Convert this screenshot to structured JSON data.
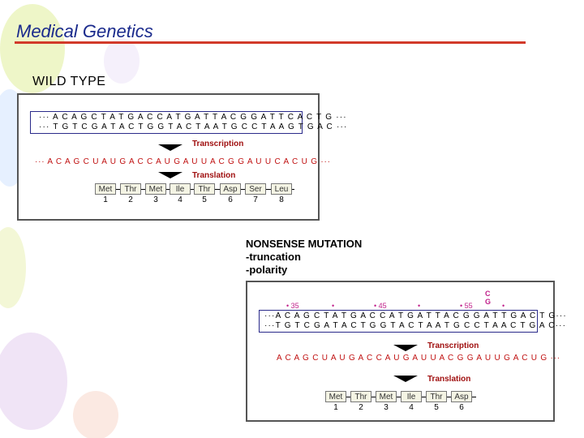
{
  "slide": {
    "title": "Medical Genetics"
  },
  "wild": {
    "heading": "WILD TYPE",
    "dna_top": "··· A C A  G C T  A T G  A C C  A T G  A T T   A C G  G A T  T C A  C T G ···",
    "dna_bottom": "··· T G T  C G A  T A C  T G G  T A C  T A A   T G C  C T A  A G T  G A C ···",
    "transcription": "Transcription",
    "rna": "··· A C A   G C U   A U G  A C C  A U G  A U U   A C G  G A U   U C A   C U G ···",
    "translation": "Translation",
    "amino_acids": [
      "Met",
      "Thr",
      "Met",
      "Ile",
      "Thr",
      "Asp",
      "Ser",
      "Leu"
    ],
    "numbers": [
      "1",
      "2",
      "3",
      "4",
      "5",
      "6",
      "7",
      "8"
    ]
  },
  "mutant": {
    "heading": "NONSENSE MUTATION",
    "line2": "-truncation",
    "line3": "-polarity",
    "marks": [
      "• 35",
      "•",
      "• 45",
      "•",
      "• 55",
      "•"
    ],
    "sub_top": "C",
    "sub_bottom": "G",
    "dna_top": "···A C A G C T A T G A C C A T G A T T A C G G A T T G A C T G···",
    "dna_bottom": "···T G T C G A T A C T G G T A C T A A T G C C T A A C T G A C···",
    "transcription": "Transcription",
    "rna": "A C A  G C U  A U G  A C C  A U G  A U U   A C G  G A U  U G A  C U G ···",
    "translation": "Translation",
    "amino_acids": [
      "Met",
      "Thr",
      "Met",
      "Ile",
      "Thr",
      "Asp"
    ],
    "numbers": [
      "1",
      "2",
      "3",
      "4",
      "5",
      "6"
    ]
  }
}
